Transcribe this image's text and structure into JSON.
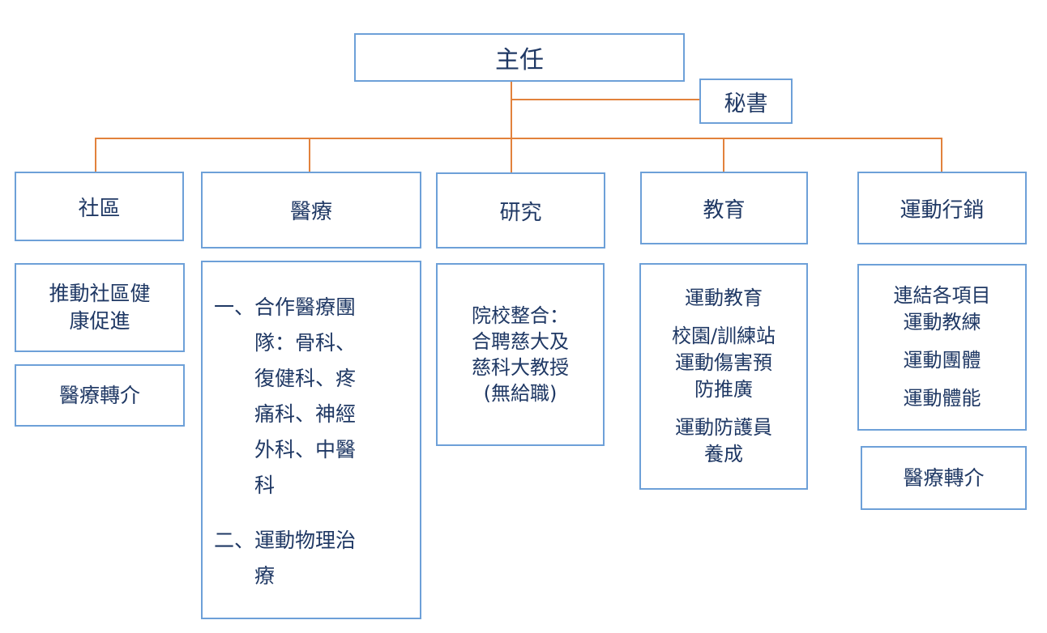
{
  "colors": {
    "box_border": "#6da0d8",
    "text_navy": "#1f3864",
    "connector_orange": "#e2823c",
    "background": "#ffffff"
  },
  "org": {
    "director_label": "主任",
    "secretary_label": "秘書",
    "branches": [
      {
        "label": "社區"
      },
      {
        "label": "醫療"
      },
      {
        "label": "研究"
      },
      {
        "label": "教育"
      },
      {
        "label": "運動行銷"
      }
    ],
    "community_items": [
      {
        "lines": [
          "推動社區健",
          "康促進"
        ]
      },
      {
        "lines": [
          "醫療轉介"
        ]
      }
    ],
    "medical_list": [
      {
        "lines": [
          "一、合作醫療團",
          "隊：骨科、",
          "復健科、疼",
          "痛科、神經",
          "外科、中醫",
          "科"
        ]
      },
      {
        "lines": [
          "二、運動物理治",
          "療"
        ]
      }
    ],
    "research_lines": [
      "院校整合：",
      "合聘慈大及",
      "慈科大教授",
      "(無給職)"
    ],
    "education_items": [
      {
        "lines": [
          "運動教育"
        ]
      },
      {
        "lines": [
          "校園/訓練站",
          "運動傷害預",
          "防推廣"
        ]
      },
      {
        "lines": [
          "運動防護員",
          "養成"
        ]
      }
    ],
    "marketing_items": [
      {
        "lines": [
          "連結各項目",
          "運動教練"
        ]
      },
      {
        "lines": [
          "運動團體"
        ]
      },
      {
        "lines": [
          "運動體能"
        ]
      }
    ],
    "marketing_referral_lines": [
      "醫療轉介"
    ]
  }
}
